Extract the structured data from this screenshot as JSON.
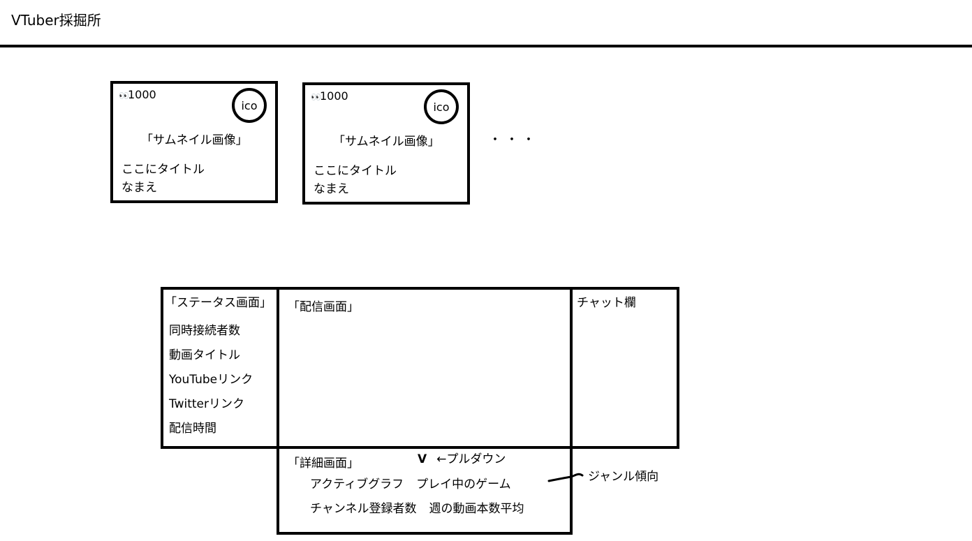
{
  "header": {
    "title": "VTuber採掘所"
  },
  "cards": [
    {
      "viewers_icon": "👀",
      "viewers": "1000",
      "icon_label": "ico",
      "thumbnail": "「サムネイル画像」",
      "title": "ここにタイトル",
      "name": "なまえ"
    },
    {
      "viewers_icon": "👀",
      "viewers": "1000",
      "icon_label": "ico",
      "thumbnail": "「サムネイル画像」",
      "title": "ここにタイトル",
      "name": "なまえ"
    }
  ],
  "more_indicator": "・・・",
  "status_panel": {
    "heading": "「ステータス画面」",
    "items": [
      "同時接続者数",
      "動画タイトル",
      "YouTubeリンク",
      "Twitterリンク",
      "配信時間"
    ]
  },
  "stream_panel": {
    "heading": "「配信画面」"
  },
  "chat_panel": {
    "heading": "チャット欄"
  },
  "detail_panel": {
    "heading": "「詳細画面」",
    "pulldown_marker": "V",
    "pulldown_note": "←プルダウン",
    "rows": [
      [
        "アクティブグラフ",
        "プレイ中のゲーム"
      ],
      [
        "チャンネル登録者数",
        "週の動画本数平均"
      ]
    ],
    "side_note": "ジャンル傾向"
  }
}
